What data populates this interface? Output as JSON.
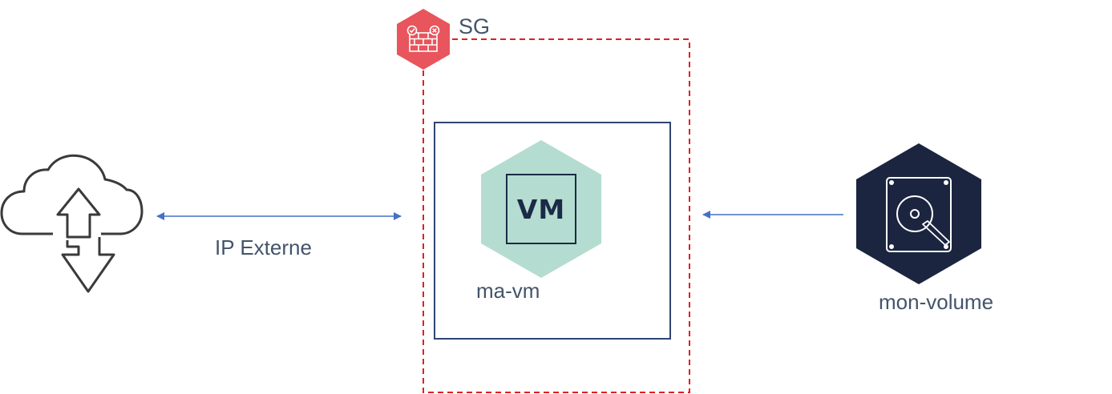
{
  "labels": {
    "security_group": "SG",
    "external_ip": "IP Externe",
    "vm_name": "ma-vm",
    "vm_badge": "VM",
    "volume_name": "mon-volume"
  },
  "icons": {
    "internet": "cloud-upload-download-icon",
    "security_group": "firewall-icon",
    "vm": "vm-hexagon-icon",
    "volume": "hard-drive-icon"
  },
  "colors": {
    "security_group_border": "#e02020",
    "security_group_icon": "#e8555c",
    "vm_hexagon": "#b5dcd0",
    "vm_box_border": "#2f4470",
    "volume_hexagon": "#1b2540",
    "arrows": "#4472c4",
    "label_text": "#44546a"
  }
}
